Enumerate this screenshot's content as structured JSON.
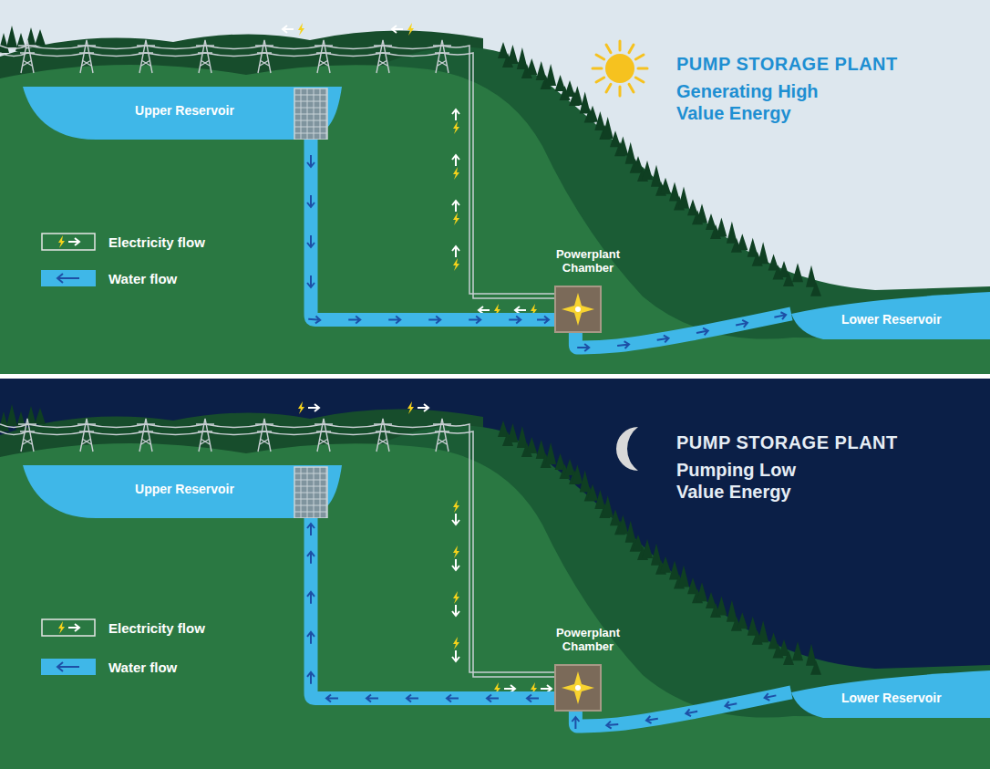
{
  "diagram": {
    "nodes": [
      {
        "text": [
          "PUMP STORAGE PLANT",
          "Generating High Value Energy"
        ]
      },
      {
        "text": [
          "Upper Reservoir"
        ],
        "in": 0
      },
      {
        "text": [
          "Powerplant Chamber"
        ],
        "in": 0
      },
      {
        "text": [
          "Lower Reservoir"
        ],
        "in": 0
      },
      {
        "text": [
          "PUMP STORAGE PLANT",
          "Pumping Low Value Energy"
        ]
      },
      {
        "text": [
          "Upper Reservoir"
        ],
        "in": 4
      },
      {
        "text": [
          "Powerplant Chamber"
        ],
        "in": 4
      },
      {
        "text": [
          "Lower Reservoir"
        ],
        "in": 4
      }
    ],
    "edges": [
      {
        "from": 1,
        "to": 2,
        "arrow": "to"
      },
      {
        "from": 2,
        "to": 3,
        "arrow": "to"
      },
      {
        "from": 7,
        "to": 6,
        "arrow": "to"
      },
      {
        "from": 6,
        "to": 5,
        "arrow": "to"
      }
    ],
    "legend": [
      {
        "text": "Electricity flow"
      },
      {
        "text": "Water flow",
        "color": "#3fb7e8"
      },
      {
        "text": "Electricity flow"
      },
      {
        "text": "Water flow",
        "color": "#3fb7e8"
      }
    ]
  }
}
